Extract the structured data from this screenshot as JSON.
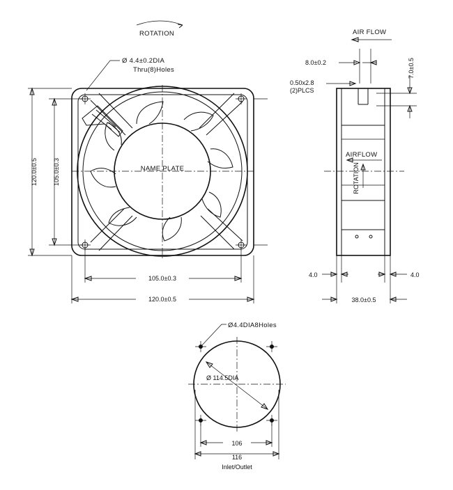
{
  "front_view": {
    "rotation_label": "ROTATION",
    "hole_note_line1": "Ø 4.4±0.2DIA",
    "hole_note_line2": "Thru(8)Holes",
    "nameplate": "NAME PLATE",
    "dim_overall_v": "120.0±0.5",
    "dim_holes_v": "105.0±0.3",
    "dim_holes_h": "105.0±0.3",
    "dim_overall_h": "120.0±0.5"
  },
  "side_view": {
    "airflow_top": "AIR FLOW",
    "dim_lead_width": "8.0±0.2",
    "dim_lead_height": "7.0±0.5",
    "terminal_note_line1": "0.50x2.8",
    "terminal_note_line2": "(2)PLCS",
    "airflow_label": "AIRFLOW",
    "rotation_label": "ROTATION",
    "dim_flange_left": "4.0",
    "dim_flange_right": "4.0",
    "dim_depth": "38.0±0.5"
  },
  "cutout_view": {
    "hole_note": "Ø4.4DIA8Holes",
    "diameter_label": "Ø 114.5DIA",
    "dim_inner": "106",
    "dim_outer": "116",
    "caption": "Inlet/Outlet"
  }
}
